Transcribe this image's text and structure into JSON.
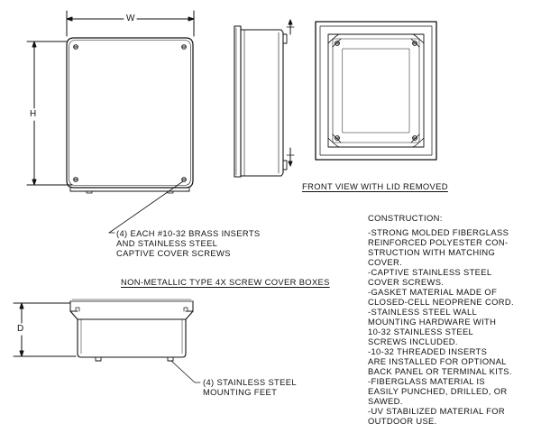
{
  "dimensions": {
    "width": "W",
    "height": "H",
    "depth": "D"
  },
  "labels": {
    "front_view": "FRONT VIEW WITH LID REMOVED",
    "inserts": "(4) EACH #10-32 BRASS INSERTS\nAND STAINLESS STEEL\nCAPTIVE COVER SCREWS",
    "title": "NON-METALLIC TYPE 4X SCREW COVER BOXES",
    "feet": "(4) STAINLESS STEEL\nMOUNTING FEET"
  },
  "construction": {
    "heading": "CONSTRUCTION:",
    "items": [
      "-STRONG MOLDED FIBERGLASS\nREINFORCED POLYESTER CON-\nSTRUCTION WITH MATCHING\nCOVER.",
      "-CAPTIVE STAINLESS STEEL\nCOVER SCREWS.",
      "-GASKET MATERIAL MADE OF\nCLOSED-CELL NEOPRENE CORD.",
      "-STAINLESS STEEL WALL\nMOUNTING HARDWARE WITH\n10-32 STAINLESS STEEL\nSCREWS INCLUDED.",
      "-10-32 THREADED INSERTS\nARE INSTALLED FOR OPTIONAL\nBACK PANEL OR TERMINAL KITS.",
      "-FIBERGLASS MATERIAL IS\nEASILY PUNCHED, DRILLED, OR\nSAWED.",
      "-UV STABILIZED MATERIAL FOR\nOUTDOOR USE."
    ]
  }
}
